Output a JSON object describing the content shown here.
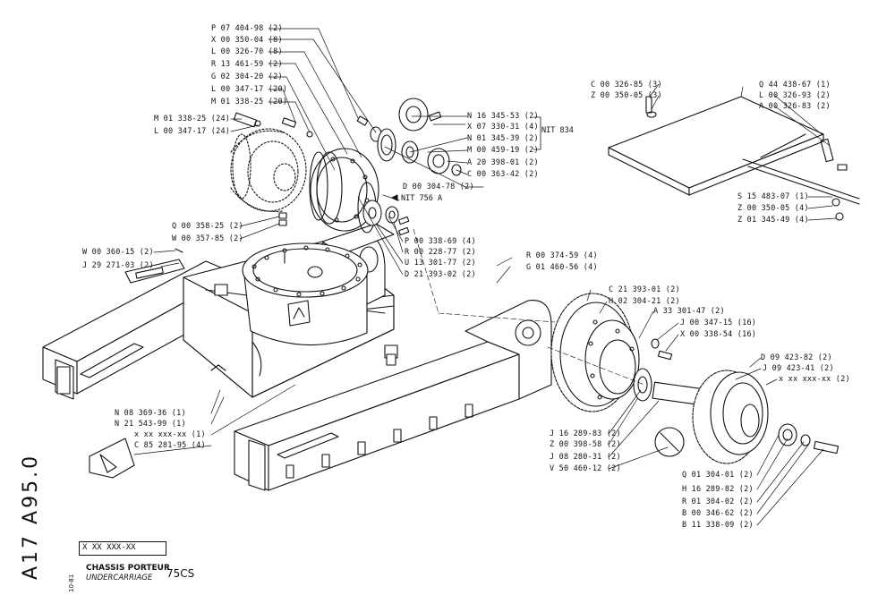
{
  "title_block": {
    "side_code": "A17 A95.0",
    "date": "10-81",
    "ref_code": "X XX XXX-XX",
    "title_fr": "CHASSIS PORTEUR",
    "title_en": "UNDERCARRIAGE",
    "model": "75CS"
  },
  "callouts": {
    "p07": "P 07 404-98 (2)",
    "x00350": "X 00 350-04 (8)",
    "l00326_70": "L 00 326-70 (8)",
    "r13": "R 13 461-59 (2)",
    "g02": "G 02 304-20 (2)",
    "l00347_20": "L 00 347-17 (20)",
    "m01_20": "M 01 338-25 (20)",
    "m01_24": "M 01 338-25 (24)",
    "l00347_24": "L 00 347-17 (24)",
    "q00358": "Q 00 358-25 (2)",
    "w00357": "W 00 357-85 (2)",
    "w00360": "W 00 360-15 (2)",
    "j29": "J 29 271-03 (2)",
    "n16_345": "N 16 345-53 (2)",
    "x07": "X 07 330-31 (4)",
    "n01_345": "N 01 345-39 (2)",
    "m00459": "M 00 459-19 (2)",
    "a20": "A 20 398-01 (2)",
    "c00363": "C 00 363-42 (2)",
    "d00304": "D 00 304-78 (2)",
    "p00338": "P 00 338-69 (4)",
    "r00228": "R 00 228-77 (2)",
    "u13": "U 13 301-77 (2)",
    "d21_393": "D 21 393-02 (2)",
    "r00374": "R 00 374-59 (4)",
    "g01460": "G 01 460-56 (4)",
    "c00326": "C 00 326-85 (3)",
    "z00350_3": "Z 00 350-05 (3)",
    "q44": "Q 44 438-67 (1)",
    "l00326_93": "L 00 326-93 (2)",
    "a00326": "A 00 326-83 (2)",
    "s15": "S 15 483-07 (1)",
    "z00350_4": "Z 00 350-05 (4)",
    "z01345": "Z 01 345-49 (4)",
    "c21": "C 21 393-01 (2)",
    "h02": "H 02 304-21 (2)",
    "a33": "A 33 301-47 (2)",
    "j00347": "J 00 347-15 (16)",
    "x00338": "X 00 338-54 (16)",
    "d09": "D 09 423-82 (2)",
    "j09": "J 09 423-41 (2)",
    "xx_right": "x xx xxx-xx (2)",
    "n08": "N 08 369-36 (1)",
    "n21": "N 21 543-99 (1)",
    "xx_left": "x xx xxx-xx (1)",
    "c85": "C 85 281-95 (4)",
    "j16_83": "J 16 289-83 (2)",
    "z00398": "Z 00 398-58 (2)",
    "j08": "J 08 280-31 (2)",
    "v50": "V 50 460-12 (2)",
    "q01": "Q 01 304-01 (2)",
    "h16": "H 16 289-82 (2)",
    "r01": "R 01 304-02 (2)",
    "b00346": "B 00 346-62 (2)",
    "b11": "B 11 338-09 (2)"
  },
  "tags": {
    "nit834": "NIT 834",
    "nit756": "NIT 756  A"
  }
}
